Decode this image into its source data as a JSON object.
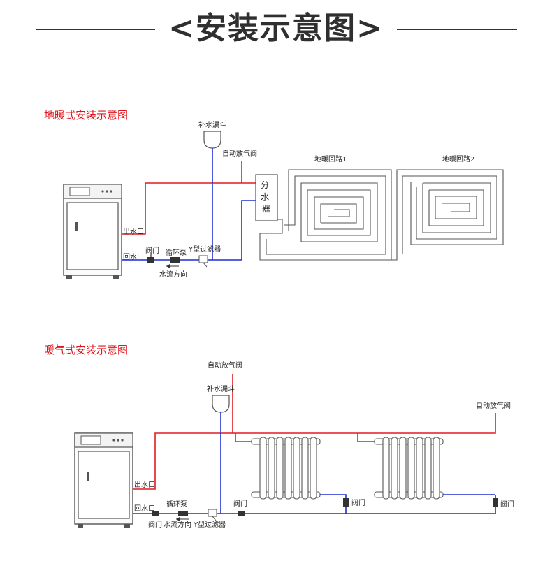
{
  "header": {
    "title": "<安装示意图>"
  },
  "floor_heating": {
    "title": "地暖式安装示意图",
    "labels": {
      "funnel": "补水漏斗",
      "air_valve": "自动放气阀",
      "loop1": "地暖回路1",
      "loop2": "地暖回路2",
      "manifold": "分水器",
      "outlet": "出水口",
      "return": "回水口",
      "valve": "阀门",
      "pump": "循环泵",
      "filter": "Y型过滤器",
      "flow": "水流方向"
    }
  },
  "radiator_heating": {
    "title": "暖气式安装示意图",
    "labels": {
      "air_valve_top": "自动放气阀",
      "funnel": "补水漏斗",
      "air_valve_right": "自动放气阀",
      "outlet": "出水口",
      "return": "回水口",
      "pump": "循环泵",
      "valve_bottom": "阀门",
      "flow": "水流方向",
      "filter": "Y型过滤器",
      "valve_mid": "阀门",
      "valve_r1": "阀门",
      "valve_r2": "阀门"
    }
  },
  "colors": {
    "supply_pipe": "#e01b22",
    "return_pipe": "#1f2fd0",
    "title_red": "#e0141b",
    "line": "#555555"
  }
}
